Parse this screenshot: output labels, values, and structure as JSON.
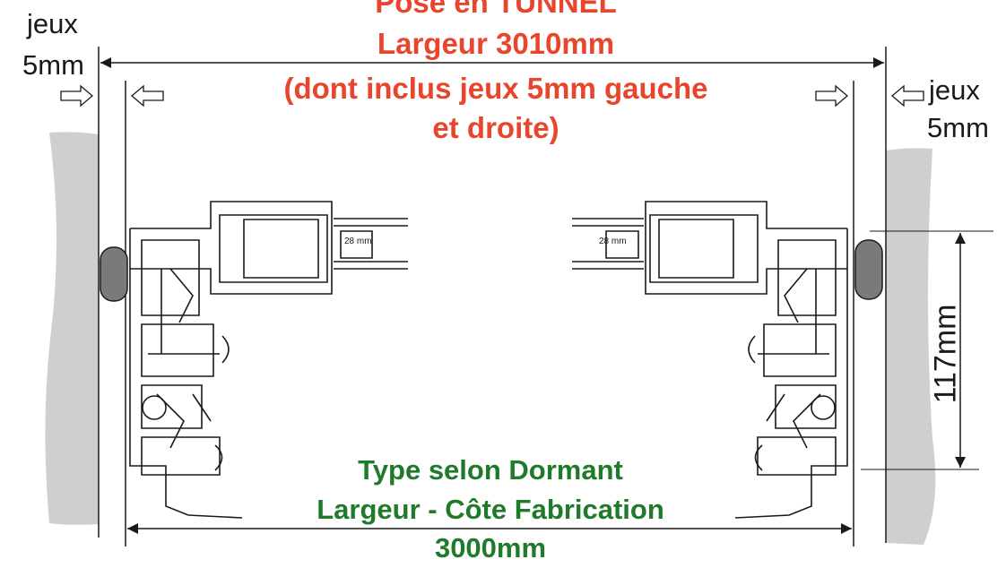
{
  "labels": {
    "left_gap_line1": "jeux",
    "left_gap_line2": "5mm",
    "right_gap_line1": "jeux",
    "right_gap_line2": "5mm",
    "vertical_dimension": "117mm",
    "profile_left_glazing": "28 mm",
    "profile_right_glazing": "28 mm"
  },
  "tunnel": {
    "line1": "Pose en TUNNEL",
    "line2": "Largeur 3010mm",
    "line3": "(dont inclus jeux 5mm gauche",
    "line4": "et droite)"
  },
  "fabrication": {
    "line1": "Type selon Dormant",
    "line2": "Largeur - Côte Fabrication",
    "line3": "3000mm"
  },
  "colors": {
    "tunnel_text": "#e8452c",
    "fabrication_text": "#1f7a2a",
    "wall": "#cfcfcf",
    "seal": "#7a7a7a",
    "line": "#1a1a1a"
  }
}
